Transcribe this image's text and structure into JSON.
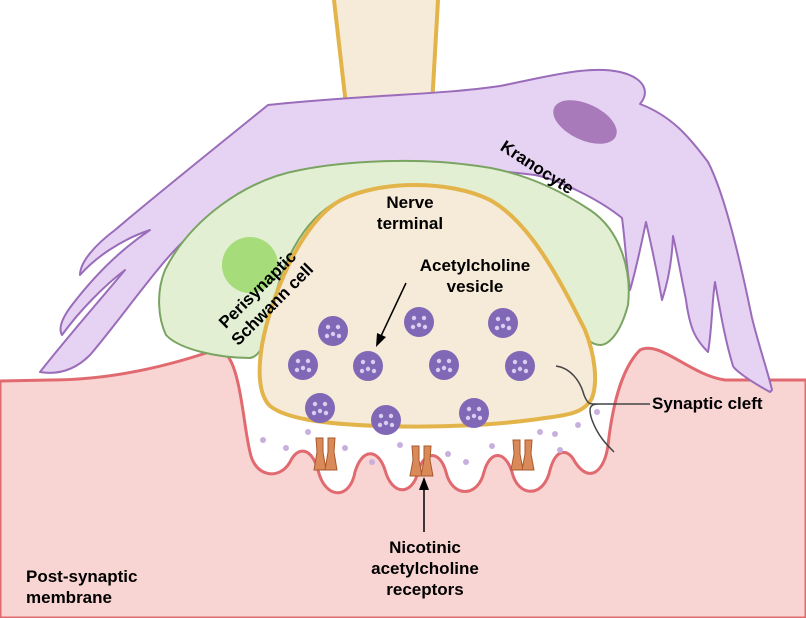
{
  "labels": {
    "kranocyte": "Kranocyte",
    "nerve_terminal": [
      "Nerve",
      "terminal"
    ],
    "ach_vesicle": [
      "Acetylcholine",
      "vesicle"
    ],
    "schwann": [
      "Perisynaptic",
      "Schwann cell"
    ],
    "synaptic_cleft": "Synaptic cleft",
    "nicotinic": [
      "Nicotinic",
      "acetylcholine",
      "receptors"
    ],
    "post_synaptic": [
      "Post-synaptic",
      "membrane"
    ]
  },
  "colors": {
    "background": "#ffffff",
    "muscle_fill": "#f8d4d2",
    "muscle_outline": "#e06a70",
    "kranocyte_fill": "#e6d3f3",
    "kranocyte_outline": "#9a6cb9",
    "kranocyte_nucleus": "#a97ab9",
    "schwann_fill": "#e2efd3",
    "schwann_outline": "#7aa461",
    "schwann_nucleus": "#a6dc7a",
    "terminal_fill": "#f6ead8",
    "terminal_outline": "#e3b44a",
    "axon_fill": "#f6ead8",
    "vesicle_fill": "#8068b6",
    "vesicle_dot": "#d9cdf0",
    "receptor_fill": "#d98a58",
    "ach_dot": "#c7b0de",
    "pointer": "#000000",
    "bracket": "#444444"
  },
  "icons": [
    "vesicle-icon",
    "receptor-icon",
    "arrow-icon",
    "bracket-icon"
  ]
}
